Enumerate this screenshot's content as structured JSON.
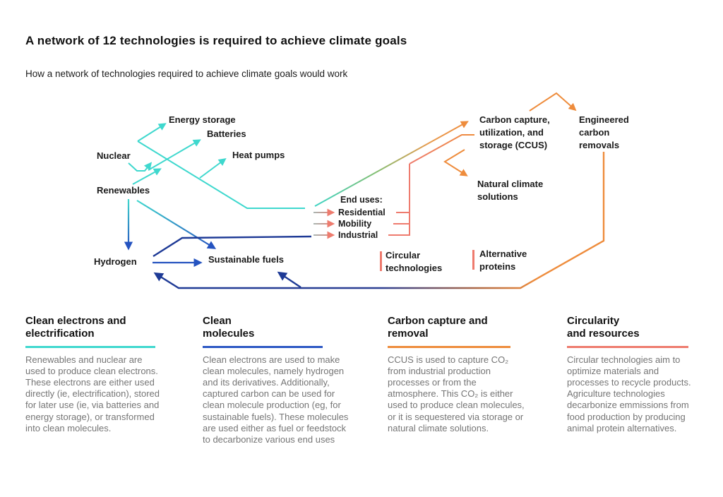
{
  "palette": {
    "teal": "#3fd8ce",
    "blue": "#2553c0",
    "navy": "#1e3a96",
    "orange": "#ee8c3c",
    "salmon": "#ee7b6e",
    "text_dark": "#191919",
    "text_gray": "#757575"
  },
  "header": {
    "title": "A network of 12 technologies is required to achieve climate goals",
    "subtitle": "How a network of technologies required to achieve climate goals would work"
  },
  "diagram": {
    "nodes": {
      "energy_storage": "Energy storage",
      "batteries": "Batteries",
      "heat_pumps": "Heat pumps",
      "nuclear": "Nuclear",
      "renewables": "Renewables",
      "hydrogen": "Hydrogen",
      "sustainable_fuels": "Sustainable fuels",
      "ccus": "Carbon capture,\nutilization, and\nstorage (CCUS)",
      "engineered_carbon_removals": "Engineered\ncarbon\nremovals",
      "natural_climate_solutions": "Natural climate\nsolutions",
      "circular_technologies": "Circular\ntechnologies",
      "alternative_proteins": "Alternative\nproteins"
    },
    "end_uses": {
      "heading": "End uses:",
      "residential": "Residential",
      "mobility": "Mobility",
      "industrial": "Industrial"
    }
  },
  "columns": [
    {
      "title": "Clean electrons and\nelectrification",
      "accent": "#3fd8ce",
      "body": "Renewables and nuclear are used to produce clean electrons. These electrons are either used directly (ie, electrification), stored for later use (ie, via batteries and energy storage), or transformed into clean molecules."
    },
    {
      "title": "Clean\nmolecules",
      "accent": "#2b57c4",
      "body": "Clean electrons are used to make clean molecules, namely hydrogen and its derivatives. Additionally, captured carbon can be used for clean molecule production (eg, for sustainable fuels). These molecules are used either as fuel or feedstock to decarbonize various end uses"
    },
    {
      "title": "Carbon capture and\nremoval",
      "accent": "#ee8c3c",
      "body": "CCUS is used to capture CO₂ from industrial production processes or from the atmosphere. This CO₂ is either used to produce clean molecules, or it is sequestered via storage or natural climate solutions."
    },
    {
      "title": "Circularity\nand resources",
      "accent": "#ee7b6e",
      "body": "Circular technologies aim to optimize materials and processes to recycle products. Agriculture technologies decarbonize emmissions from food production by producing animal protein alternatives."
    }
  ]
}
